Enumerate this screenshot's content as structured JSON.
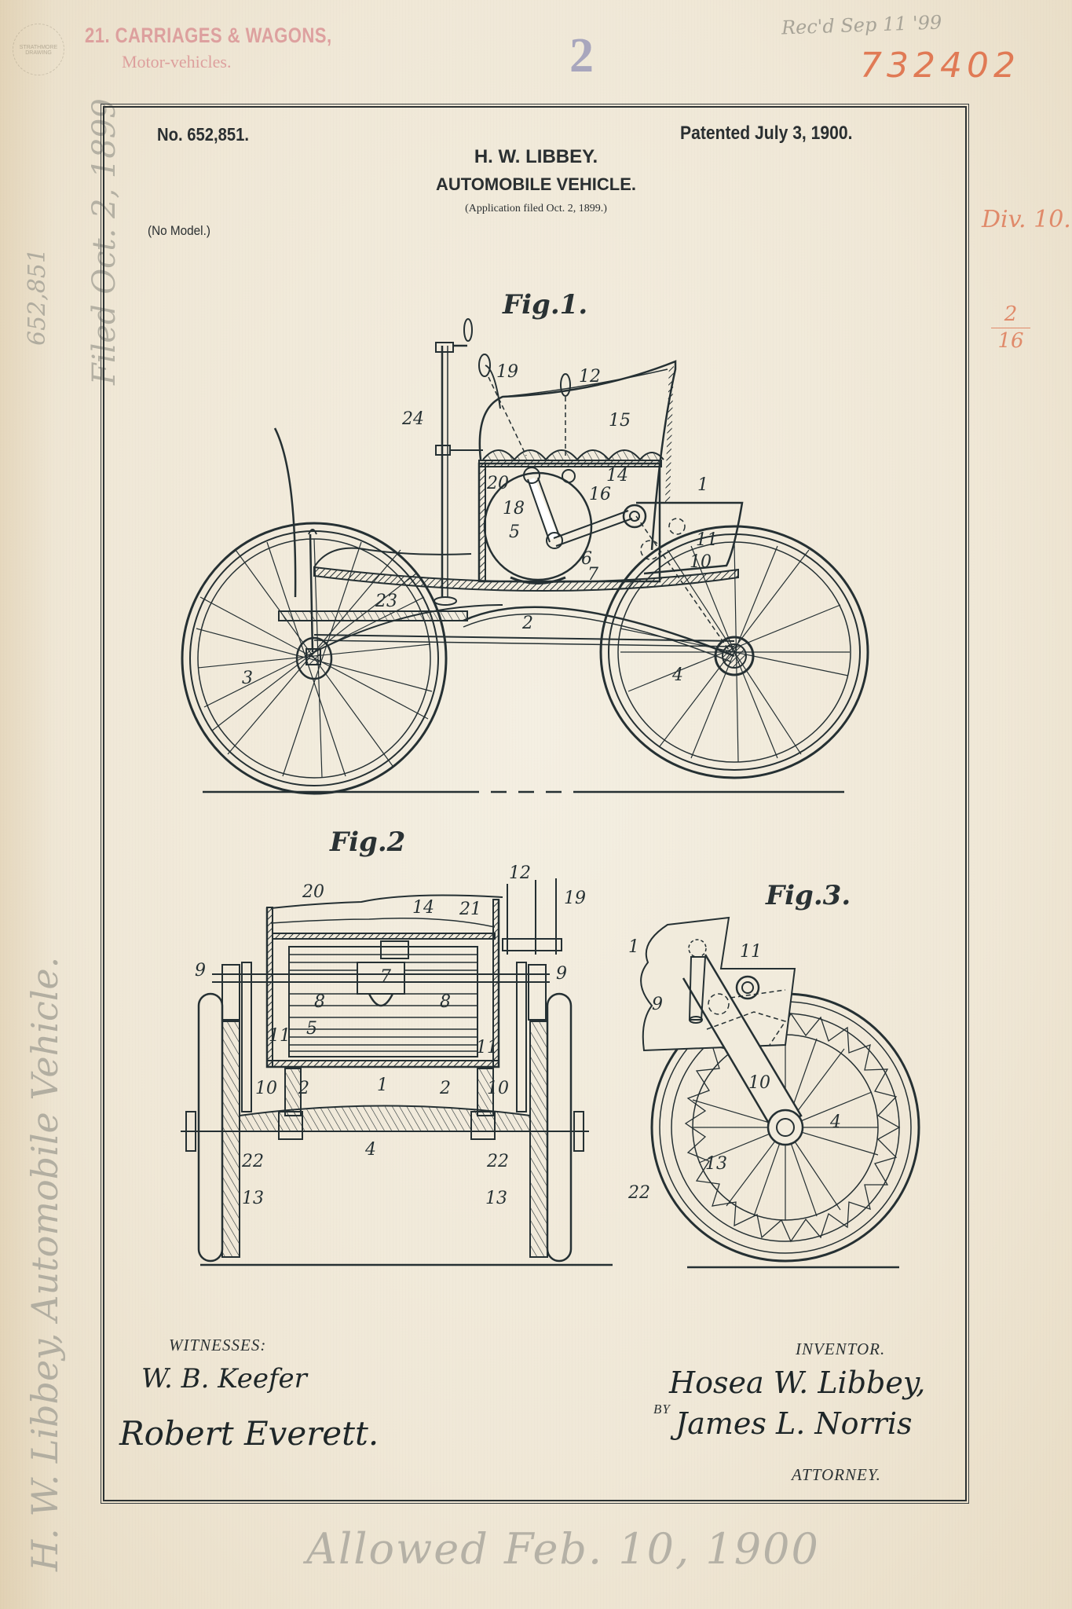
{
  "margin_annotations": {
    "classification_stamp": "21. CARRIAGES & WAGONS,",
    "classification_sub": "Motor-vehicles.",
    "emboss_seal": "STRATHMORE DRAWING",
    "sheet_number": "2",
    "pencil_top_note": "Rec'd Sep 11 '99",
    "red_serial_number": "732402",
    "red_division": "Div. 10.",
    "red_fraction_numerator": "2",
    "red_fraction_denominator": "16",
    "pencil_side_top": "652,851",
    "pencil_side_mid": "Filed Oct. 2, 1899",
    "pencil_side_bottom": "H. W. Libbey, Automobile Vehicle.",
    "pencil_bottom": "Allowed Feb. 10, 1900"
  },
  "header": {
    "patent_number": "No. 652,851.",
    "patented_date": "Patented July 3, 1900.",
    "inventor_name": "H. W. LIBBEY.",
    "title": "AUTOMOBILE VEHICLE.",
    "application_filed": "(Application filed Oct. 2, 1899.)",
    "model_note": "(No Model.)"
  },
  "figures": [
    {
      "label": "Fig.1.",
      "reference_numerals": [
        "1",
        "2",
        "3",
        "4",
        "5",
        "6",
        "7",
        "10",
        "11",
        "12",
        "14",
        "15",
        "16",
        "18",
        "19",
        "20",
        "23",
        "24"
      ]
    },
    {
      "label": "Fig.2",
      "reference_numerals": [
        "1",
        "2",
        "2",
        "4",
        "5",
        "7",
        "8",
        "8",
        "9",
        "9",
        "10",
        "10",
        "11",
        "11",
        "12",
        "13",
        "13",
        "14",
        "19",
        "20",
        "21",
        "22",
        "22"
      ]
    },
    {
      "label": "Fig.3.",
      "reference_numerals": [
        "1",
        "4",
        "9",
        "10",
        "11",
        "13",
        "22"
      ]
    }
  ],
  "fig1_labels": {
    "n24": "24",
    "n19": "19",
    "n12": "12",
    "n15": "15",
    "n20": "20",
    "n14": "14",
    "n16": "16",
    "n18": "18",
    "n5": "5",
    "n6": "6",
    "n7": "7",
    "n1": "1",
    "n11": "11",
    "n10": "10",
    "n23": "23",
    "n2": "2",
    "n3": "3",
    "n4": "4"
  },
  "fig2_labels": {
    "n20": "20",
    "n14": "14",
    "n21": "21",
    "n12": "12",
    "n19": "19",
    "n9a": "9",
    "n9b": "9",
    "n7": "7",
    "n8a": "8",
    "n8b": "8",
    "n5": "5",
    "n11a": "11",
    "n11b": "11",
    "n1": "1",
    "n10a": "10",
    "n10b": "10",
    "n2a": "2",
    "n2b": "2",
    "n4": "4",
    "n22a": "22",
    "n22b": "22",
    "n13a": "13",
    "n13b": "13"
  },
  "fig3_labels": {
    "n1": "1",
    "n11": "11",
    "n9": "9",
    "n10": "10",
    "n4": "4",
    "n13": "13",
    "n22": "22"
  },
  "signatures": {
    "witnesses_label": "WITNESSES:",
    "witness_1": "W. B. Keefer",
    "witness_2": "Robert Everett.",
    "inventor_label": "INVENTOR.",
    "inventor_signature": "Hosea W. Libbey,",
    "by_label": "BY",
    "attorney_signature": "James L. Norris",
    "attorney_label": "ATTORNEY."
  }
}
